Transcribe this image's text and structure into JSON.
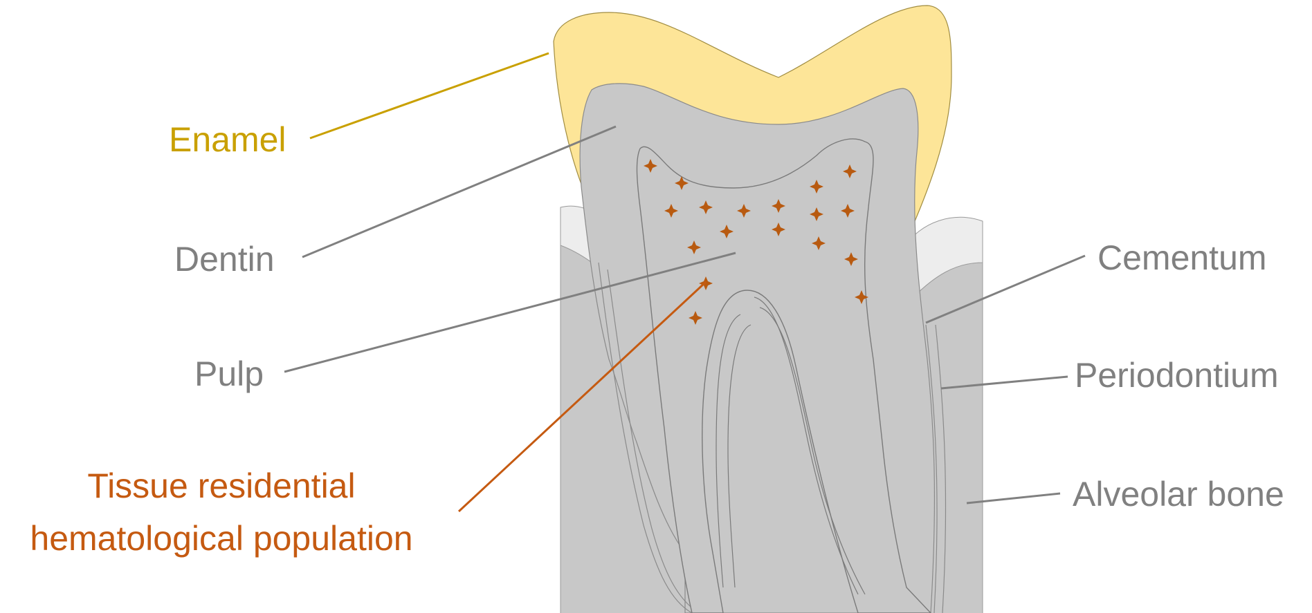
{
  "labels": {
    "enamel": "Enamel",
    "dentin": "Dentin",
    "pulp": "Pulp",
    "tissue_line1": "Tissue residential",
    "tissue_line2": "hematological population",
    "cementum": "Cementum",
    "periodontium": "Periodontium",
    "alveolar_bone": "Alveolar bone"
  },
  "colors": {
    "enamel": "#c9a000",
    "enamel_fill": "#fde598",
    "gray_label": "#808080",
    "tissue": "#c55a11",
    "tooth_gray": "#c8c8c8",
    "gum_light": "#ededed",
    "cell": "#b85a10"
  }
}
